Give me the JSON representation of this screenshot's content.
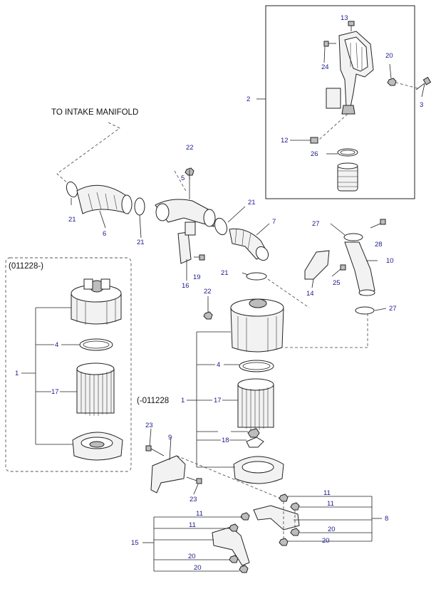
{
  "diagram": {
    "annotations": {
      "to_intake": "TO INTAKE MANIFOLD",
      "variant_after": "(011228-)",
      "variant_before": "(-011228"
    },
    "callouts": {
      "c13": "13",
      "c24": "24",
      "c20a": "20",
      "c2": "2",
      "c3": "3",
      "c12": "12",
      "c26": "26",
      "c22a": "22",
      "c5": "5",
      "c21a": "21",
      "c6": "6",
      "c21b": "21",
      "c21c": "21",
      "c7": "7",
      "c19": "19",
      "c16": "16",
      "c21d": "21",
      "c27a": "27",
      "c28": "28",
      "c10": "10",
      "c14": "14",
      "c25": "25",
      "c27b": "27",
      "c22b": "22",
      "c4a": "4",
      "c1a": "1",
      "c17a": "17",
      "c4b": "4",
      "c1b": "1",
      "c17b": "17",
      "c18": "18",
      "c23a": "23",
      "c9": "9",
      "c23b": "23",
      "c11a": "11",
      "c11b": "11",
      "c8": "8",
      "c20b": "20",
      "c20c": "20",
      "c11c": "11",
      "c11d": "11",
      "c15": "15",
      "c20d": "20",
      "c20e": "20"
    }
  }
}
